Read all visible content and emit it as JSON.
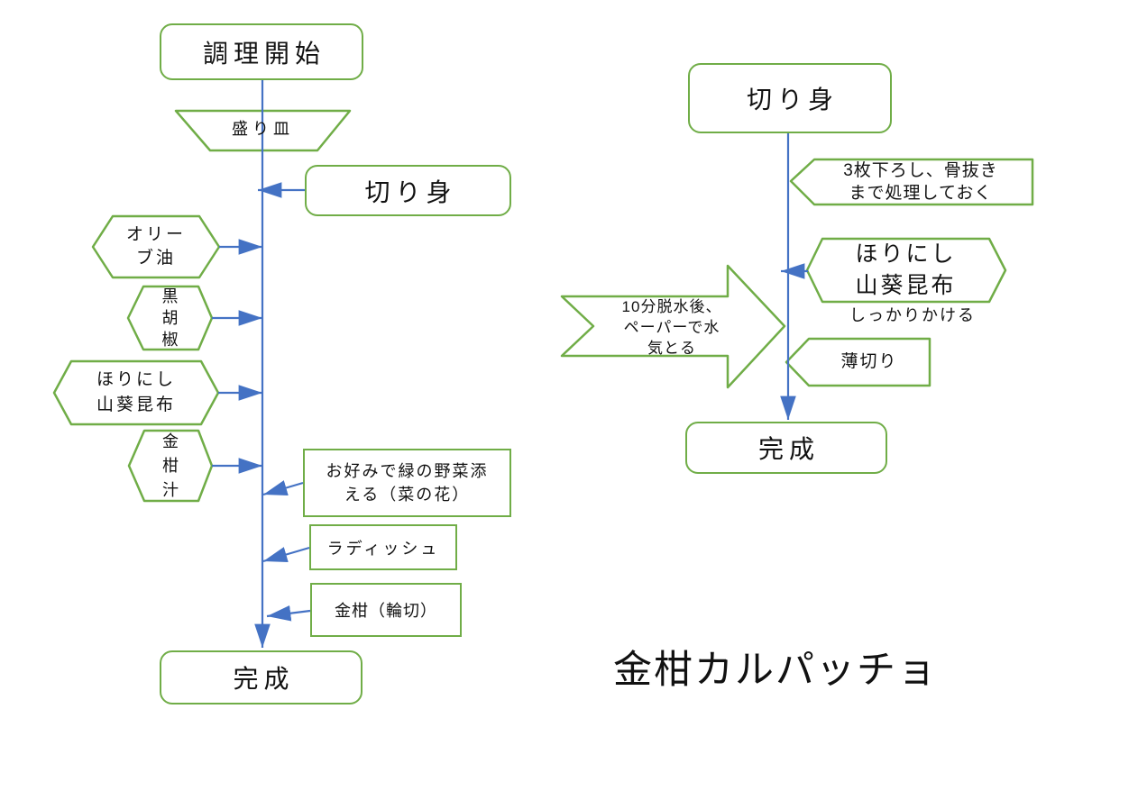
{
  "title": "金柑カルパッチョ",
  "colors": {
    "shape_border": "#70AD47",
    "connector": "#4472C4",
    "text": "#111111",
    "background": "#ffffff"
  },
  "left_chart": {
    "start": "調理開始",
    "plate": "盛り皿",
    "fillet": "切り身",
    "ingredients": {
      "olive_oil": "オリー\nブ油",
      "black_pepper": "黒\n胡\n椒",
      "wasabi_kombu": "ほりにし\n山葵昆布",
      "kumquat_juice": "金\n柑\n汁"
    },
    "garnishes": {
      "green_vegetable": "お好みで緑の野菜添\nえる（菜の花）",
      "radish": "ラディッシュ",
      "kumquat_slice": "金柑（輪切）"
    },
    "end": "完成"
  },
  "right_chart": {
    "fillet": "切り身",
    "prep_note": "3枚下ろし、骨抜き\nまで処理しておく",
    "dehydrate_step": "10分脱水後、\nペーパーで水\n気とる",
    "seasoning": "ほりにし\n山葵昆布",
    "seasoning_note": "しっかりかける",
    "slice_step": "薄切り",
    "end": "完成"
  }
}
